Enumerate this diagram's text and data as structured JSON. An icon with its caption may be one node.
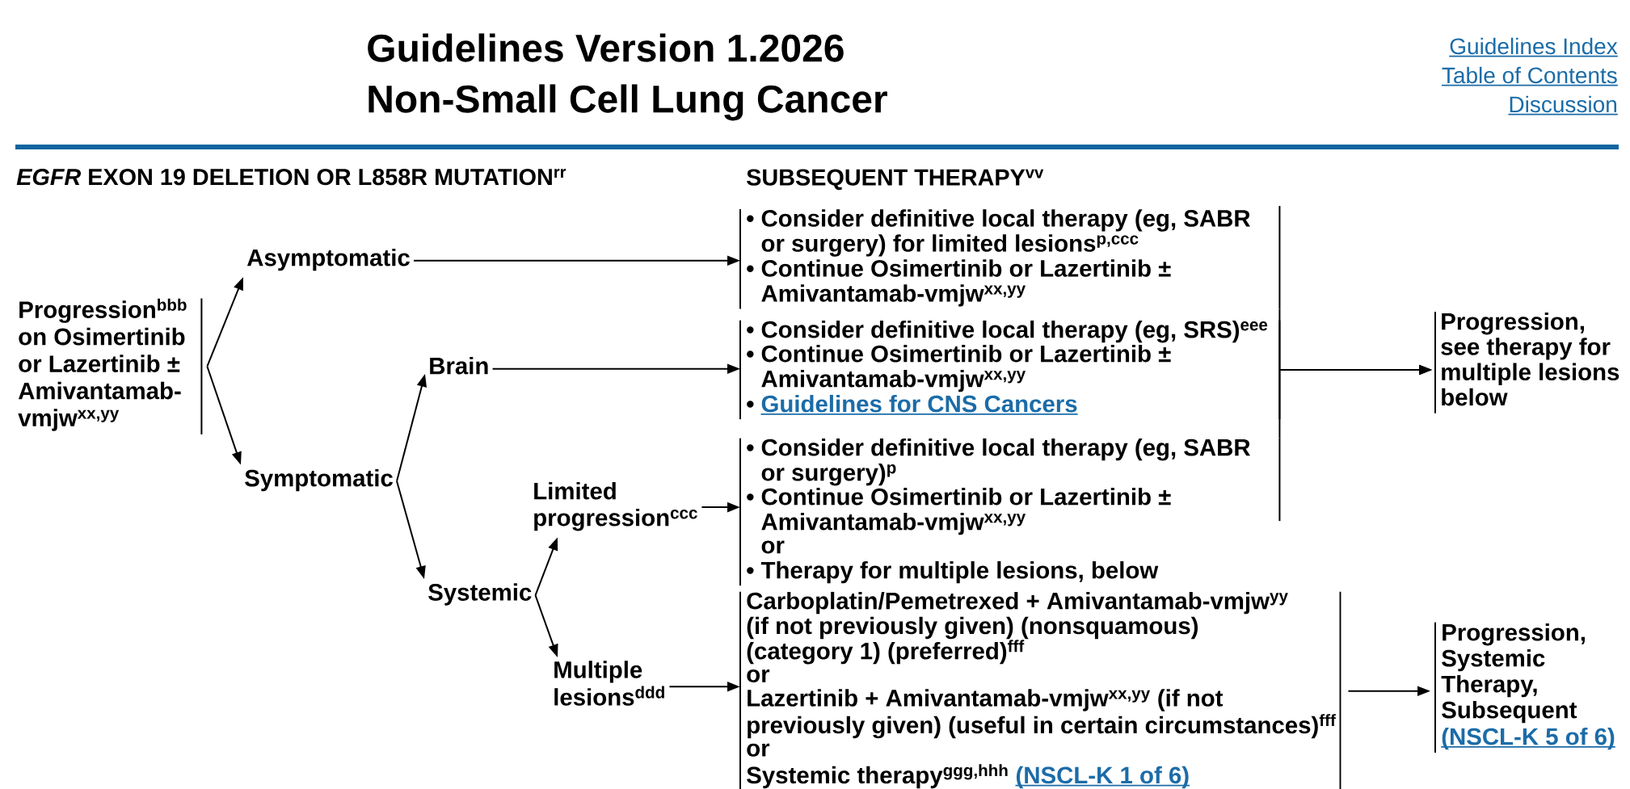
{
  "diagram": {
    "title": "Guidelines Version 1.2026 Non-Small Cell Lung Cancer",
    "nodes": [
      {
        "text": [
          "Progression$^{bbb}$ on Osimertinib or Lazertinib ± Amivantamab-vmjw$^{xx,yy}$"
        ]
      },
      {
        "text": [
          "Asymptomatic"
        ]
      },
      {
        "text": [
          "Symptomatic"
        ]
      },
      {
        "text": [
          "Brain"
        ]
      },
      {
        "text": [
          "Systemic"
        ]
      },
      {
        "text": [
          "Limited progression$^{ccc}$"
        ]
      },
      {
        "text": [
          "Multiple lesions$^{ddd}$"
        ]
      },
      {
        "text": [
          "•",
          "Consider definitive local therapy (eg, SABR or surgery) for limited lesions$^{p,ccc}$",
          "•",
          "Continue Osimertinib or Lazertinib ± Amivantamab-vmjw$^{xx,yy}$"
        ]
      },
      {
        "text": [
          "•",
          "Consider definitive local therapy (eg, SRS)$^{eee}$",
          "•",
          "Continue Osimertinib or Lazertinib ± Amivantamab-vmjw$^{xx,yy}$",
          "•",
          "Guidelines for CNS Cancers"
        ]
      },
      {
        "text": [
          "•",
          "Consider definitive local therapy (eg, SABR or surgery)$^{p}$",
          "•",
          "Continue Osimertinib or Lazertinib ± Amivantamab-vmjw$^{xx,yy}$",
          "or",
          "•",
          "Therapy for multiple lesions, below"
        ]
      },
      {
        "text": [
          "Progression, see therapy for multiple lesions below"
        ]
      },
      {
        "text": [
          "Carboplatin/Pemetrexed + Amivantamab-vmjw$^{yy}$ (if not previously given) (nonsquamous) (category 1) (preferred)$^{fff}$",
          "or",
          "Lazertinib + Amivantamab-vmjw$^{xx,yy}$ (if not previously given) (useful in certain circumstances)$^{fff}$",
          "or",
          "Systemic therapy$^{ggg,hhh}$",
          "(NSCL-K 1 of 6)"
        ]
      },
      {
        "text": [
          "Progression, Systemic Therapy, Subsequent",
          "(NSCL-K 5 of 6)"
        ]
      }
    ],
    "edges": [
      {
        "from": 0,
        "to": 1,
        "arrow": "to"
      },
      {
        "from": 0,
        "to": 2,
        "arrow": "to"
      },
      {
        "from": 1,
        "to": 7,
        "arrow": "to"
      },
      {
        "from": 2,
        "to": 3,
        "arrow": "to"
      },
      {
        "from": 2,
        "to": 4,
        "arrow": "to"
      },
      {
        "from": 3,
        "to": 8,
        "arrow": "to"
      },
      {
        "from": 4,
        "to": 5,
        "arrow": "to"
      },
      {
        "from": 4,
        "to": 6,
        "arrow": "to"
      },
      {
        "from": 5,
        "to": 9,
        "arrow": "to"
      },
      {
        "from": 6,
        "to": 11,
        "arrow": "to"
      },
      {
        "from": 7,
        "to": 10,
        "arrow": "to"
      },
      {
        "from": 8,
        "to": 10,
        "arrow": "to"
      },
      {
        "from": 9,
        "to": 10,
        "arrow": "to"
      },
      {
        "from": 11,
        "to": 12,
        "arrow": "to"
      }
    ],
    "labels": [
      "Guidelines Index",
      "Table of Contents",
      "Discussion",
      "*EGFR* EXON 19 DELETION OR L858R MUTATION$^{rr}$",
      "SUBSEQUENT THERAPY$^{vv}$"
    ]
  }
}
